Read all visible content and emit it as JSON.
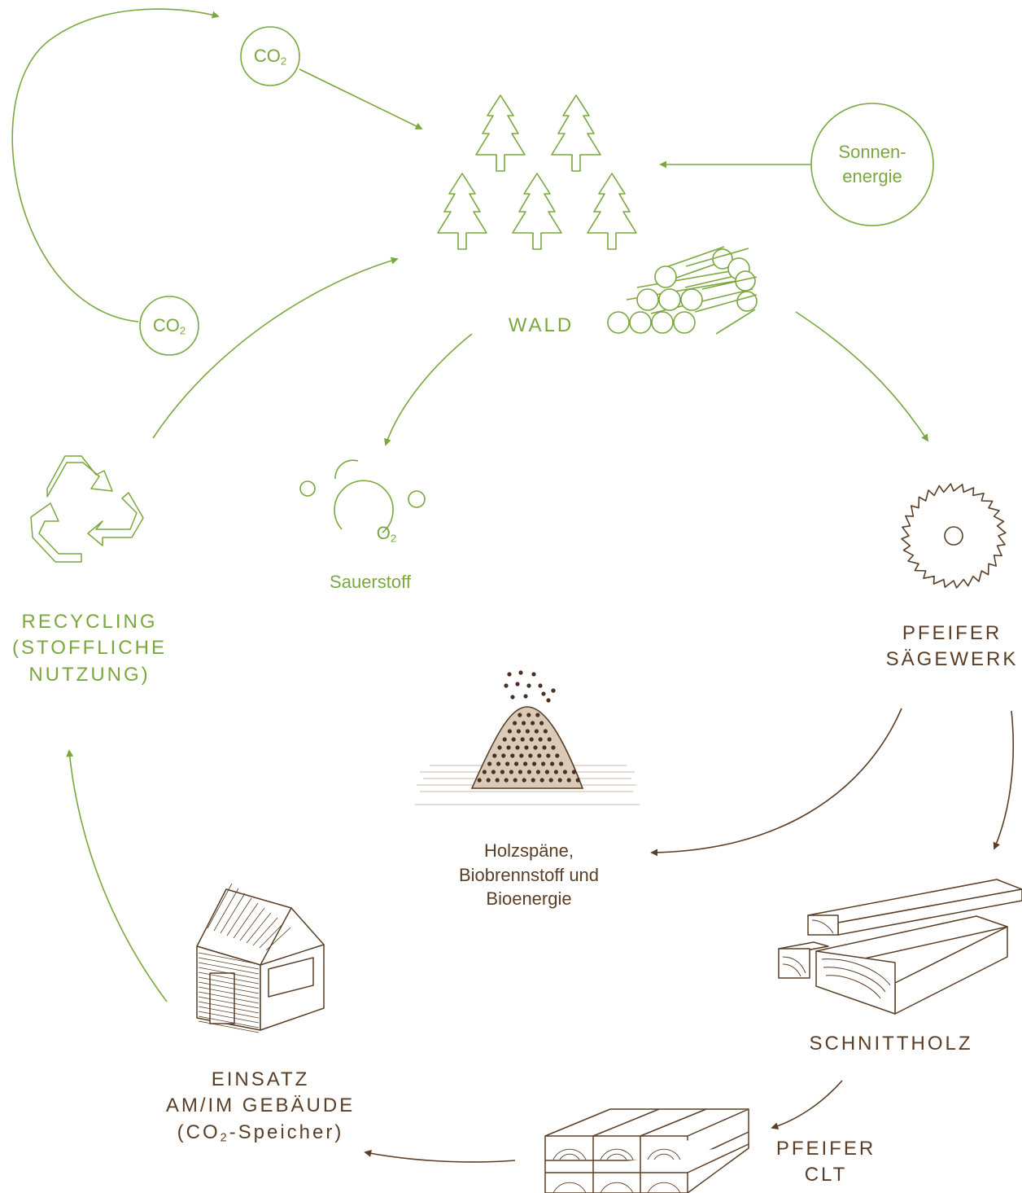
{
  "labels": {
    "co2": "CO",
    "co2_sub": "2",
    "sun_line1": "Sonnen-",
    "sun_line2": "energie",
    "wald": "WALD",
    "o2": "O",
    "o2_sub": "2",
    "sauerstoff": "Sauerstoff",
    "recycling_line1": "RECYCLING",
    "recycling_line2": "(STOFFLICHE",
    "recycling_line3": "NUTZUNG)",
    "saegewerk_line1": "PFEIFER",
    "saegewerk_line2": "SÄGEWERK",
    "holz_line1": "Holzspäne,",
    "holz_line2": "Biobrennstoff und",
    "holz_line3": "Bioenergie",
    "schnittholz": "SCHNITTHOLZ",
    "einsatz_line1": "EINSATZ",
    "einsatz_line2": "AM/IM GEBÄUDE",
    "einsatz_line3a": "(CO",
    "einsatz_line3_sub": "2",
    "einsatz_line3b": "-Speicher)",
    "clt": "PFEIFER CLT"
  },
  "colors": {
    "green": "#7aa83e",
    "brown": "#5a3e26",
    "sawdust": "#d9cbb8"
  },
  "icons": [
    "tree-icon",
    "log-pile-icon",
    "sun-circle-icon",
    "oxygen-bubbles-icon",
    "recycling-icon",
    "saw-blade-icon",
    "wood-chip-pile-icon",
    "timber-beams-icon",
    "house-icon",
    "clt-panel-icon"
  ]
}
